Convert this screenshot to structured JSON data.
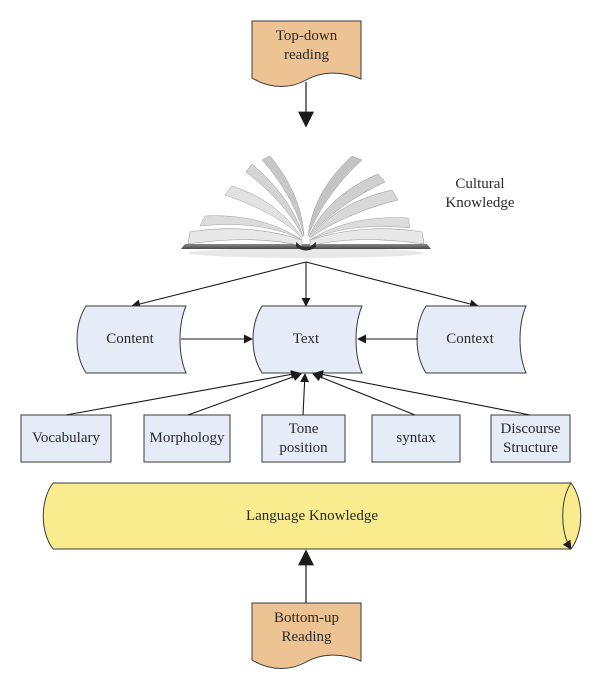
{
  "diagram": {
    "top_input": {
      "label_line1": "Top-down",
      "label_line2": "reading",
      "shape": "document",
      "fill": "#EEC393"
    },
    "bottom_input": {
      "label_line1": "Bottom-up",
      "label_line2": "Reading",
      "shape": "document",
      "fill": "#EEC393"
    },
    "book": {
      "icon": "open-book-image",
      "label_line1": "Cultural",
      "label_line2": "Knowledge"
    },
    "middle_row": [
      {
        "id": "content",
        "label": "Content"
      },
      {
        "id": "text",
        "label": "Text"
      },
      {
        "id": "context",
        "label": "Context"
      }
    ],
    "components": [
      {
        "id": "vocabulary",
        "label_line1": "Vocabulary",
        "label_line2": ""
      },
      {
        "id": "morphology",
        "label_line1": "Morphology",
        "label_line2": ""
      },
      {
        "id": "tone-position",
        "label_line1": "Tone",
        "label_line2": "position"
      },
      {
        "id": "syntax",
        "label_line1": "syntax",
        "label_line2": ""
      },
      {
        "id": "discourse-structure",
        "label_line1": "Discourse",
        "label_line2": "Structure"
      }
    ],
    "base": {
      "label": "Language Knowledge",
      "shape": "cylinder",
      "fill": "#F8EC8F"
    },
    "colors": {
      "box_fill": "#E6ECF7",
      "stroke": "#3a3a3a",
      "doc_fill": "#EEC393",
      "cylinder_fill": "#F8EC8F"
    },
    "edges": [
      {
        "from": "top_input",
        "to": "book"
      },
      {
        "from": "book",
        "to": "content"
      },
      {
        "from": "book",
        "to": "text"
      },
      {
        "from": "book",
        "to": "context"
      },
      {
        "from": "content",
        "to": "text"
      },
      {
        "from": "context",
        "to": "text"
      },
      {
        "from": "vocabulary",
        "to": "text"
      },
      {
        "from": "morphology",
        "to": "text"
      },
      {
        "from": "tone-position",
        "to": "text"
      },
      {
        "from": "syntax",
        "to": "text"
      },
      {
        "from": "discourse-structure",
        "to": "text"
      },
      {
        "from": "bottom_input",
        "to": "base"
      }
    ]
  }
}
